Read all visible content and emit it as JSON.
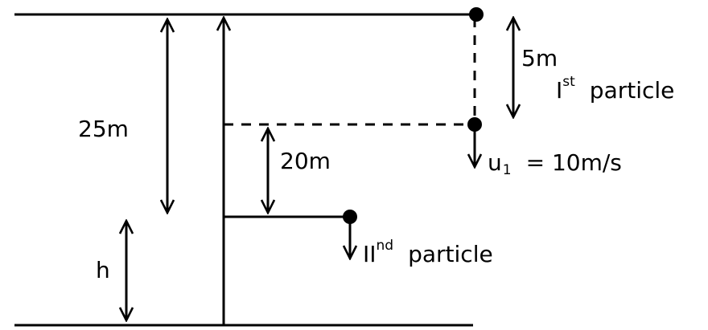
{
  "labels": {
    "total_height": "25m",
    "first_drop": "5m",
    "second_gap": "20m",
    "height_h": "h",
    "first_particle": {
      "base": "I",
      "sup": "st",
      "text": "particle"
    },
    "second_particle": {
      "base": "II",
      "sup": "nd",
      "text": "particle"
    },
    "velocity": {
      "symbol": "u",
      "sub": "1",
      "rest": "= 10m/s"
    }
  }
}
